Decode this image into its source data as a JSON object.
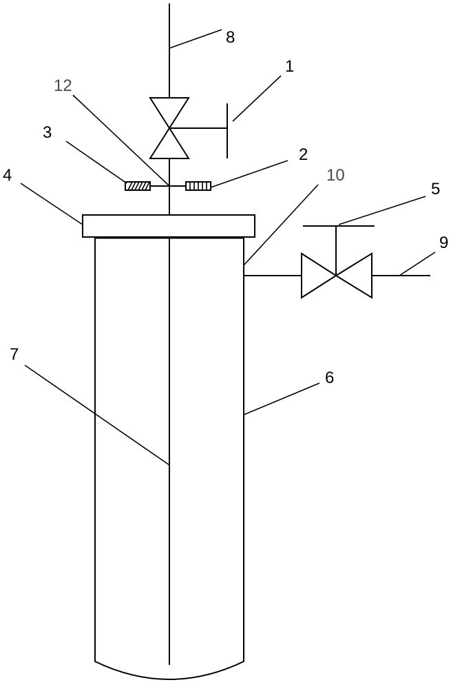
{
  "diagram": {
    "labels": {
      "l1": "1",
      "l2": "2",
      "l3": "3",
      "l4": "4",
      "l5": "5",
      "l6": "6",
      "l7": "7",
      "l8": "8",
      "l9": "9",
      "l10": "10",
      "l12": "12"
    },
    "colors": {
      "line": "#000000",
      "label_gray": "#4a4a4a",
      "background": "#ffffff"
    }
  }
}
